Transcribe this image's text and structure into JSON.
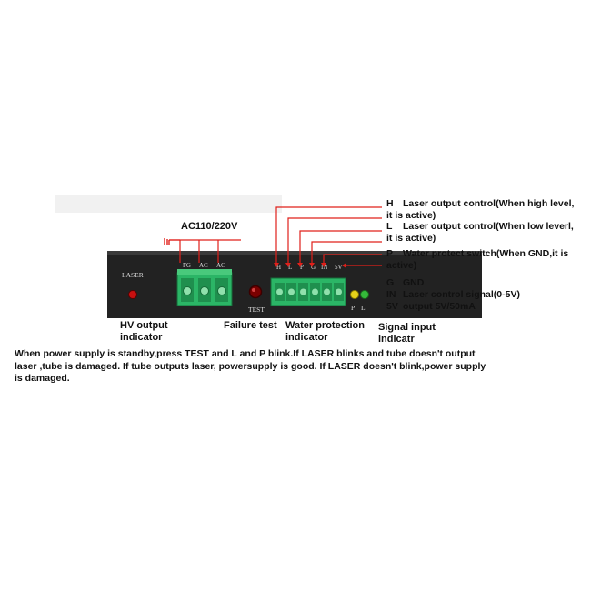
{
  "panel": {
    "laser_label": "LASER",
    "test_label": "TEST",
    "terminal_ac": [
      "FG",
      "AC",
      "AC"
    ],
    "terminal_ctrl": [
      "H",
      "L",
      "P",
      "G",
      "IN",
      "5V"
    ],
    "indicator_labels": [
      "P",
      "L"
    ]
  },
  "labels": {
    "ac_input": "AC110/220V",
    "hv_output": "HV output\nindicator",
    "hv_output_l1": "HV output",
    "hv_output_l2": "indicator",
    "failure_test": "Failure test",
    "water_protection_l1": "Water protection",
    "water_protection_l2": "indicator",
    "signal_input_l1": "Signal input",
    "signal_input_l2": "indicatr"
  },
  "legend": [
    {
      "key": "H",
      "line1": "Laser output control(When high level,",
      "line2": "it is active)"
    },
    {
      "key": "L",
      "line1": "Laser output control(When low leverl,",
      "line2": "it is active)"
    },
    {
      "key": "P",
      "line1": "Water protect switch(When GND,it is",
      "line2": "active)"
    },
    {
      "key": "G",
      "line1": "GND",
      "line2": ""
    },
    {
      "key": "IN",
      "line1": "Laser control signal(0-5V)",
      "line2": ""
    },
    {
      "key": "5V",
      "line1": "output 5V/50mA",
      "line2": ""
    }
  ],
  "note": "When power supply is standby,press TEST and L and P blink.If LASER blinks and tube doesn't output laser ,tube is damaged. If tube outputs laser, powersupply is good.  If LASER doesn't blink,power supply is damaged.",
  "colors": {
    "panel": "#222222",
    "terminal_green": "#2bb566",
    "callout_red": "#e0201a",
    "led_red": "#c81010",
    "led_yellow": "#e6d21a",
    "led_green": "#35b93a"
  }
}
